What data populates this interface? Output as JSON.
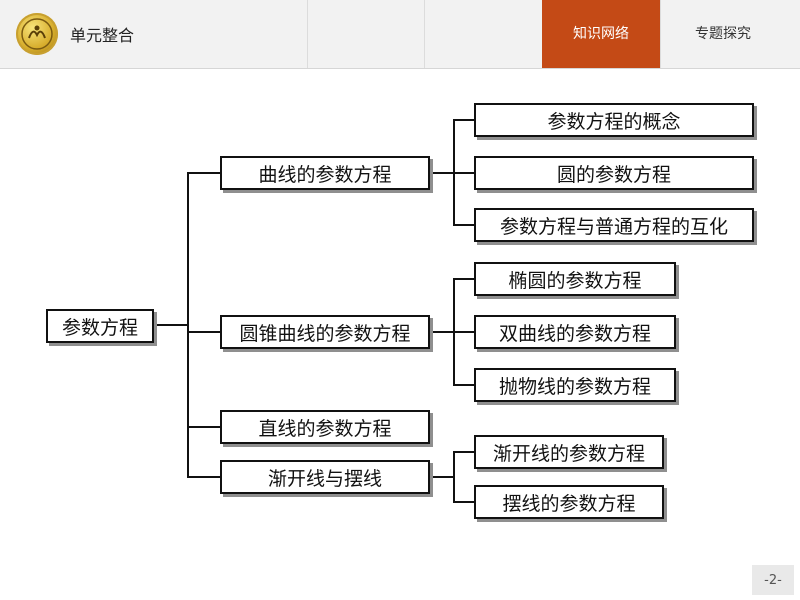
{
  "header": {
    "logo_icon": "school-emblem-icon",
    "section_title": "单元整合",
    "tabs": [
      {
        "label": "知识网络",
        "active": true
      },
      {
        "label": "专题探究",
        "active": false
      }
    ],
    "accent_color": "#c44a16"
  },
  "diagram": {
    "root": "参数方程",
    "branches": [
      {
        "label": "曲线的参数方程",
        "children": [
          "参数方程的概念",
          "圆的参数方程",
          "参数方程与普通方程的互化"
        ]
      },
      {
        "label": "圆锥曲线的参数方程",
        "children": [
          "椭圆的参数方程",
          "双曲线的参数方程",
          "抛物线的参数方程"
        ]
      },
      {
        "label": "直线的参数方程",
        "children": []
      },
      {
        "label": "渐开线与摆线",
        "children": [
          "渐开线的参数方程",
          "摆线的参数方程"
        ]
      }
    ]
  },
  "footer": {
    "page_number": "-2-"
  }
}
